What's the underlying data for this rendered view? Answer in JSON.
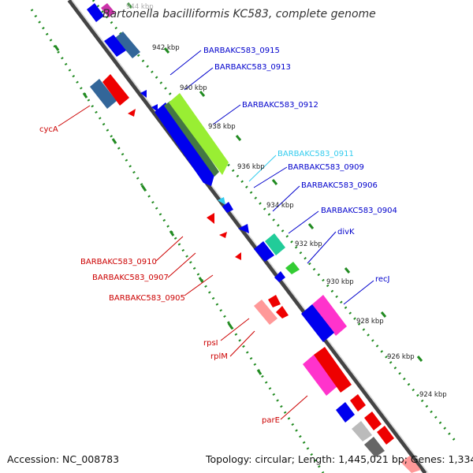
{
  "title": "Bartonella bacilliformis KC583, complete genome",
  "footer": {
    "accession": "Accession: NC_008783",
    "summary": "Topology: circular; Length: 1,445,021 bp; Genes: 1,334"
  },
  "colors": {
    "forward_strand": "#0000ee",
    "reverse_strand": "#ee0000",
    "rna": "#ff33cc",
    "backbone": "#777777",
    "ticks": "#228b22",
    "highlight": "#33ccee",
    "green_cds": "#99ee33"
  },
  "tick_labels": [
    "944 kbp",
    "942 kbp",
    "940 kbp",
    "938 kbp",
    "936 kbp",
    "934 kbp",
    "932 kbp",
    "930 kbp",
    "928 kbp",
    "926 kbp",
    "924 kbp"
  ],
  "gene_labels_right": [
    {
      "text": "BARBAKC583_0915",
      "color": "#0000cc"
    },
    {
      "text": "BARBAKC583_0913",
      "color": "#0000cc"
    },
    {
      "text": "BARBAKC583_0912",
      "color": "#0000cc"
    },
    {
      "text": "BARBAKC583_0911",
      "color": "#33ccee"
    },
    {
      "text": "BARBAKC583_0909",
      "color": "#0000cc"
    },
    {
      "text": "BARBAKC583_0906",
      "color": "#0000cc"
    },
    {
      "text": "BARBAKC583_0904",
      "color": "#0000cc"
    },
    {
      "text": "divK",
      "color": "#0000cc"
    },
    {
      "text": "recJ",
      "color": "#0000cc"
    }
  ],
  "gene_labels_left": [
    {
      "text": "cycA",
      "color": "#cc0000"
    },
    {
      "text": "BARBAKC583_0910",
      "color": "#cc0000"
    },
    {
      "text": "BARBAKC583_0907",
      "color": "#cc0000"
    },
    {
      "text": "BARBAKC583_0905",
      "color": "#cc0000"
    },
    {
      "text": "rpsI",
      "color": "#cc0000"
    },
    {
      "text": "rplM",
      "color": "#cc0000"
    },
    {
      "text": "parE",
      "color": "#cc0000"
    }
  ]
}
